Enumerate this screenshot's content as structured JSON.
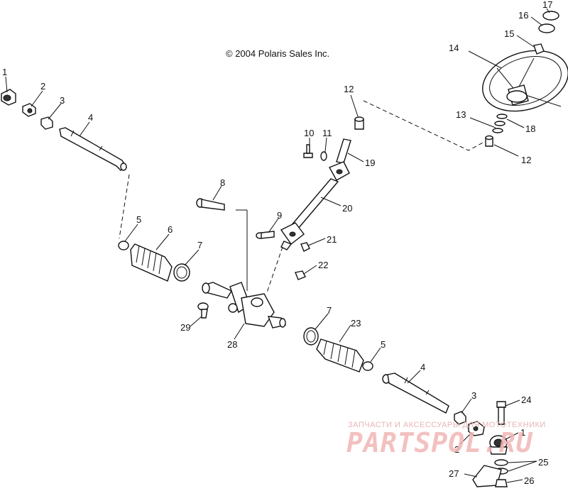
{
  "copyright": "© 2004 Polaris Sales Inc.",
  "watermark": {
    "line1": "ЗАПЧАСТИ И АКСЕССУАРЫ ДЛЯ МОТОТЕХНИКИ",
    "line2": "PARTSPOL.RU",
    "color": "#f2b6b6"
  },
  "callouts": {
    "c1a": "1",
    "c2a": "2",
    "c3a": "3",
    "c4a": "4",
    "c5a": "5",
    "c6": "6",
    "c7a": "7",
    "c8": "8",
    "c9": "9",
    "c10": "10",
    "c11": "11",
    "c12a": "12",
    "c12b": "12",
    "c13": "13",
    "c14": "14",
    "c15": "15",
    "c16": "16",
    "c17": "17",
    "c18": "18",
    "c19": "19",
    "c20": "20",
    "c21": "21",
    "c22": "22",
    "c23": "23",
    "c7b": "7",
    "c5b": "5",
    "c4b": "4",
    "c3b": "3",
    "c24": "24",
    "c1b": "1",
    "c2b": "2",
    "c25": "25",
    "c26": "26",
    "c27": "27",
    "c28": "28",
    "c29": "29"
  }
}
